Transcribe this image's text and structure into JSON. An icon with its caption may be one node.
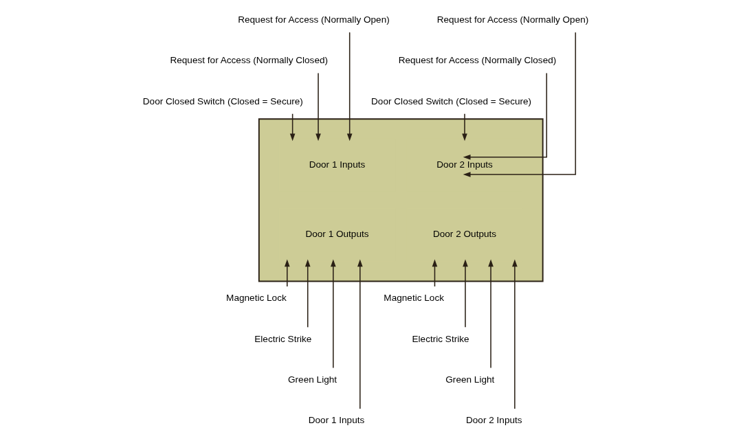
{
  "diagram": {
    "nodes": [
      {
        "text": [
          "Request for Access (Normally Open)"
        ]
      },
      {
        "text": [
          "Request for Access (Normally Open)"
        ]
      },
      {
        "text": [
          "Request for Access (Normally Closed)"
        ]
      },
      {
        "text": [
          "Request for Access (Normally Closed)"
        ]
      },
      {
        "text": [
          "Door Closed Switch (Closed = Secure)"
        ]
      },
      {
        "text": [
          "Door Closed Switch (Closed = Secure)"
        ]
      },
      {
        "text": [],
        "shape": "box"
      },
      {
        "text": [
          "Door 1 Inputs"
        ],
        "in": 6
      },
      {
        "text": [
          "Door 2 Inputs"
        ],
        "in": 6
      },
      {
        "text": [
          "Door 1 Outputs"
        ],
        "in": 6
      },
      {
        "text": [
          "Door 2 Outputs"
        ],
        "in": 6
      },
      {
        "text": [
          "Magnetic Lock"
        ]
      },
      {
        "text": [
          "Magnetic Lock"
        ]
      },
      {
        "text": [
          "Electric Strike"
        ]
      },
      {
        "text": [
          "Electric Strike"
        ]
      },
      {
        "text": [
          "Green Light"
        ]
      },
      {
        "text": [
          "Green Light"
        ]
      },
      {
        "text": [
          "Door 1 Inputs"
        ]
      },
      {
        "text": [
          "Door 2 Inputs"
        ]
      }
    ],
    "edges": [
      {
        "from": 0,
        "to": 7,
        "arrow": "to"
      },
      {
        "from": 2,
        "to": 7,
        "arrow": "to"
      },
      {
        "from": 4,
        "to": 7,
        "arrow": "to"
      },
      {
        "from": 1,
        "to": 8,
        "arrow": "to"
      },
      {
        "from": 3,
        "to": 8,
        "arrow": "to"
      },
      {
        "from": 5,
        "to": 8,
        "arrow": "to"
      },
      {
        "from": 11,
        "to": 9,
        "arrow": "to"
      },
      {
        "from": 13,
        "to": 9,
        "arrow": "to"
      },
      {
        "from": 15,
        "to": 9,
        "arrow": "to"
      },
      {
        "from": 17,
        "to": 9,
        "arrow": "to"
      },
      {
        "from": 12,
        "to": 10,
        "arrow": "to"
      },
      {
        "from": 14,
        "to": 10,
        "arrow": "to"
      },
      {
        "from": 16,
        "to": 10,
        "arrow": "to"
      },
      {
        "from": 18,
        "to": 10,
        "arrow": "to"
      }
    ]
  }
}
